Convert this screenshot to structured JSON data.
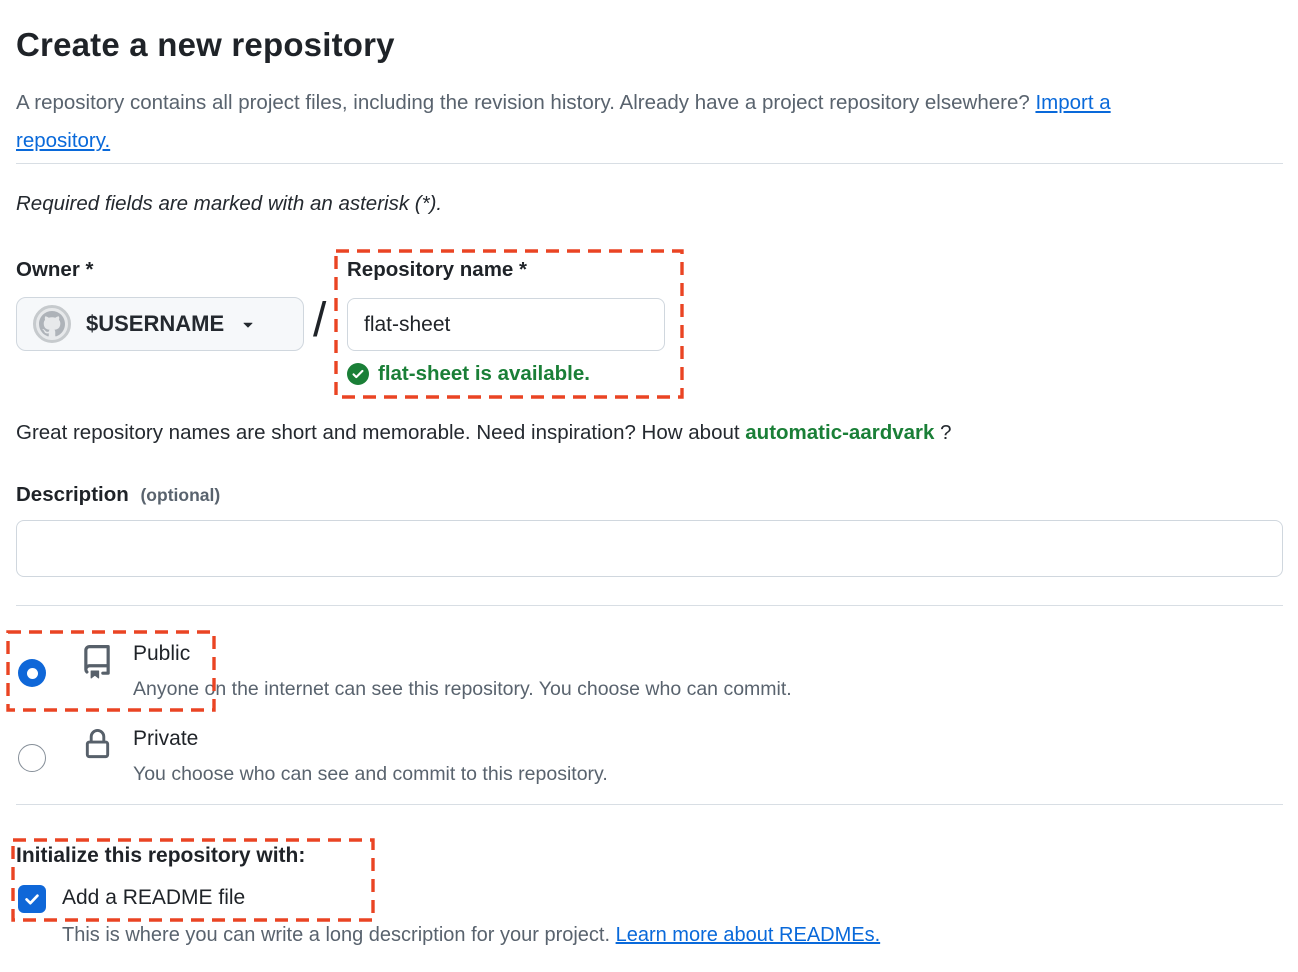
{
  "page": {
    "title": "Create a new repository",
    "intro_text": "A repository contains all project files, including the revision history. Already have a project repository elsewhere? ",
    "intro_link": "Import a repository.",
    "required_note": "Required fields are marked with an asterisk (*)."
  },
  "owner": {
    "label": "Owner *",
    "value": "$USERNAME",
    "separator": "/"
  },
  "repo_name": {
    "label": "Repository name *",
    "value": "flat-sheet",
    "availability_message": "flat-sheet is available."
  },
  "suggestion": {
    "text": "Great repository names are short and memorable. Need inspiration? How about ",
    "suggested_name": "automatic-aardvark",
    "suffix": " ?"
  },
  "description": {
    "label": "Description",
    "optional": "(optional)",
    "value": ""
  },
  "visibility": {
    "options": [
      {
        "name": "Public",
        "desc": "Anyone on the internet can see this repository. You choose who can commit.",
        "selected": true
      },
      {
        "name": "Private",
        "desc": "You choose who can see and commit to this repository.",
        "selected": false
      }
    ]
  },
  "initialize": {
    "heading": "Initialize this repository with:",
    "readme_label": "Add a README file",
    "readme_checked": true,
    "note_text": "This is where you can write a long description for your project. ",
    "note_link": "Learn more about READMEs."
  },
  "colors": {
    "accent_blue": "#0f67d8",
    "link_blue": "#0969da",
    "success_green": "#1a7f37",
    "annotation_red": "#ea4423",
    "text_dark": "#1f2328",
    "text_muted": "#59636e",
    "border": "#d0d7de"
  }
}
